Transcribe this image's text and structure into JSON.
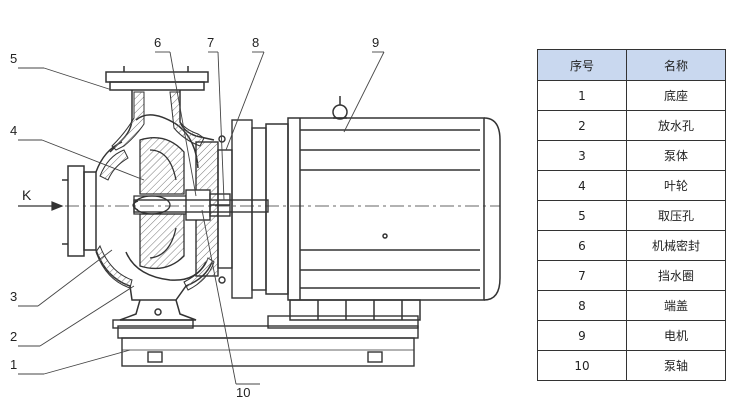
{
  "callouts": [
    {
      "id": "5",
      "text": "5"
    },
    {
      "id": "4",
      "text": "4"
    },
    {
      "id": "k",
      "text": "K"
    },
    {
      "id": "3",
      "text": "3"
    },
    {
      "id": "2",
      "text": "2"
    },
    {
      "id": "1",
      "text": "1"
    },
    {
      "id": "6",
      "text": "6"
    },
    {
      "id": "7",
      "text": "7"
    },
    {
      "id": "8",
      "text": "8"
    },
    {
      "id": "9",
      "text": "9"
    },
    {
      "id": "10",
      "text": "10"
    }
  ],
  "table": {
    "headers": [
      "序号",
      "名称"
    ],
    "rows": [
      [
        "1",
        "底座"
      ],
      [
        "2",
        "放水孔"
      ],
      [
        "3",
        "泵体"
      ],
      [
        "4",
        "叶轮"
      ],
      [
        "5",
        "取压孔"
      ],
      [
        "6",
        "机械密封"
      ],
      [
        "7",
        "挡水圈"
      ],
      [
        "8",
        "端盖"
      ],
      [
        "9",
        "电机"
      ],
      [
        "10",
        "泵轴"
      ]
    ]
  },
  "colors": {
    "header_fill": "#c9d8ef",
    "line": "#333333",
    "hatch": "#555555"
  }
}
